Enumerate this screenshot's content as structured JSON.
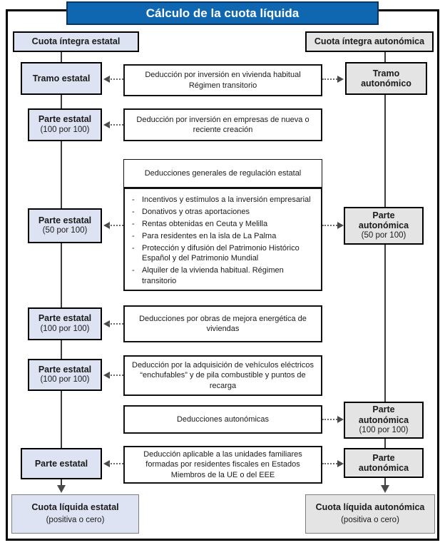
{
  "title": "Cálculo de la cuota líquida",
  "left_column": {
    "top": "Cuota íntegra estatal",
    "nodes": [
      {
        "label": "Tramo estatal"
      },
      {
        "label": "Parte estatal",
        "sub": "(100 por 100)"
      },
      {
        "label": "Parte estatal",
        "sub": "(50 por 100)"
      },
      {
        "label": "Parte estatal",
        "sub": "(100 por 100)"
      },
      {
        "label": "Parte estatal",
        "sub": "(100 por 100)"
      },
      {
        "label": "Parte estatal"
      }
    ],
    "result": {
      "label": "Cuota líquida estatal",
      "sub": "(positiva o cero)"
    }
  },
  "right_column": {
    "top": "Cuota íntegra autonómica",
    "nodes": [
      {
        "label": "Tramo\nautonómico"
      },
      {
        "label": "Parte\nautonómica",
        "sub": "(50 por 100)"
      },
      {
        "label": "Parte\nautonómica",
        "sub": "(100 por 100)"
      },
      {
        "label": "Parte\nautonómica"
      }
    ],
    "result": {
      "label": "Cuota líquida autonómica",
      "sub": "(positiva o cero)"
    }
  },
  "deductions": {
    "vivienda": "Deducción por inversión en vivienda habitual\nRégimen transitorio",
    "empresas": "Deducción por inversión en empresas de nueva o reciente creación",
    "generales_header": "Deducciones generales de regulación estatal",
    "generales_items": [
      "Incentivos y estímulos a la inversión empresarial",
      "Donativos y otras aportaciones",
      "Rentas obtenidas en Ceuta y Melilla",
      "Para residentes en la isla de La Palma",
      "Protección y difusión del Patrimonio Histórico Español y del Patrimonio Mundial",
      "Alquiler de la vivienda habitual. Régimen transitorio"
    ],
    "list_dash": "-",
    "obras": "Deducciones por obras de mejora energética de viviendas",
    "vehiculos": "Deducción por la adquisición de vehículos eléctricos “enchufables” y de pila combustible y puntos de recarga",
    "autonomicas": "Deducciones autonómicas",
    "ue": "Deducción aplicable a las unidades familiares formadas por residentes fiscales en Estados Miembros de la UE o del EEE"
  },
  "colors": {
    "banner": "#0f67b1",
    "banner_border": "#0a3562",
    "state_fill": "#dde3f2",
    "regional_fill": "#e4e4e4"
  }
}
